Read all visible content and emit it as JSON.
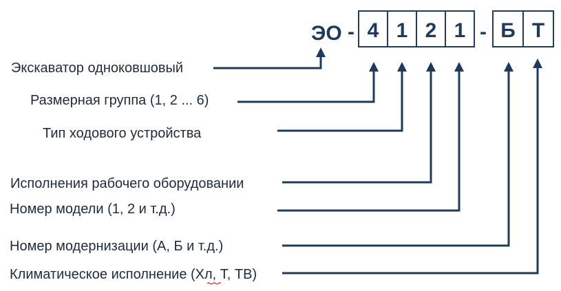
{
  "code": {
    "prefix": "ЭО",
    "dash1": "-",
    "digits": [
      "4",
      "1",
      "2",
      "1"
    ],
    "dash2": "-",
    "suffix": [
      "Б",
      "Т"
    ]
  },
  "labels": {
    "excavator": "Экскаватор одноковшовый",
    "size_group": "Размерная группа (1, 2 ... 6)",
    "chassis_type": "Тип ходового устройства",
    "equipment": "Исполнения рабочего оборудовании",
    "model_number": "Номер модели (1, 2 и т.д.)",
    "modernization": "Номер модернизации (А, Б и т.д.)",
    "climate": "Климатическое исполнение (Хл, Т, ТВ)"
  },
  "colors": {
    "primary": "#1f3a5a",
    "text": "#1f2a3a",
    "spellcheck_underline": "#d02020"
  }
}
